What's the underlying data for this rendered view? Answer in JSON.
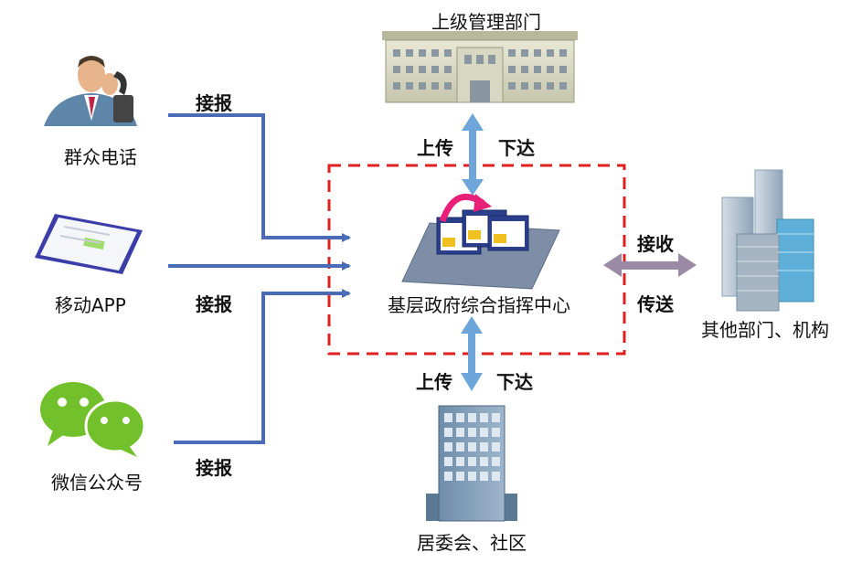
{
  "sources": {
    "phone": "群众电话",
    "app": "移动APP",
    "wechat": "微信公众号"
  },
  "report_labels": {
    "phone": "接报",
    "app": "接报",
    "wechat": "接报"
  },
  "center": {
    "title": "基层政府综合指挥中心"
  },
  "upper": {
    "title": "上级管理部门",
    "up_label": "上传",
    "down_label": "下达"
  },
  "lower": {
    "title": "居委会、社区",
    "up_label": "上传",
    "down_label": "下达"
  },
  "other": {
    "title": "其他部门、机构",
    "receive_label": "接收",
    "send_label": "传送"
  },
  "colors": {
    "line_blue": "#4a6bb5",
    "vertical_arrow": "#6ea6dc",
    "horizontal_arrow": "#9a8aa6",
    "dash_red": "#e0201e",
    "wechat_green": "#72c02c",
    "platform": "#7d8ea6"
  },
  "icons": {
    "phone": "person-on-phone-icon",
    "app": "smartphone-icon",
    "wechat": "wechat-icon",
    "upper": "government-building-icon",
    "lower": "residential-tower-icon",
    "other": "office-buildings-icon",
    "center": "monitoring-screens-icon"
  }
}
